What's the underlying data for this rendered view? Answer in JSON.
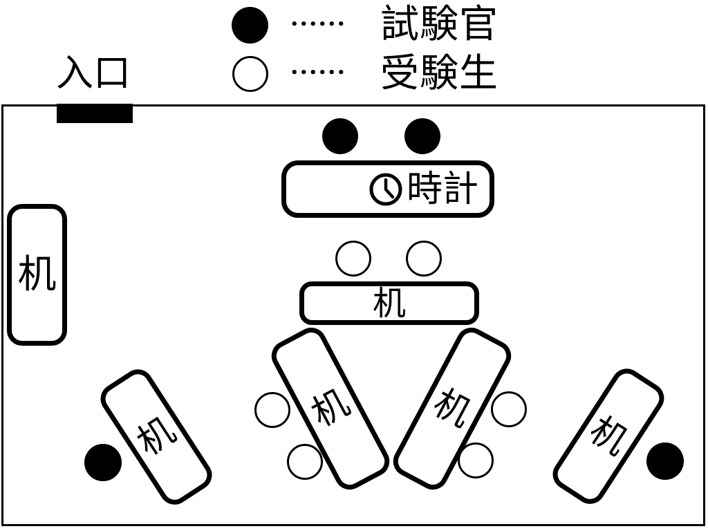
{
  "legend": {
    "examiner": {
      "symbol": "filled-circle",
      "dots": "••••••",
      "label": "試験官"
    },
    "examinee": {
      "symbol": "open-circle",
      "dots": "••••••",
      "label": "受験生"
    }
  },
  "entrance": {
    "label": "入口"
  },
  "room": {
    "clock_desk": {
      "icon": "clock-icon",
      "label": "時計"
    },
    "center_desk": {
      "label": "机"
    },
    "left_wall_desk": {
      "label": "机"
    },
    "left_angled_desk": {
      "label": "机"
    },
    "right_angled_desk": {
      "label": "机"
    },
    "bottom_left_desk": {
      "label": "机"
    },
    "bottom_right_desk": {
      "label": "机"
    }
  },
  "colors": {
    "ink": "#000000",
    "background": "#ffffff"
  }
}
